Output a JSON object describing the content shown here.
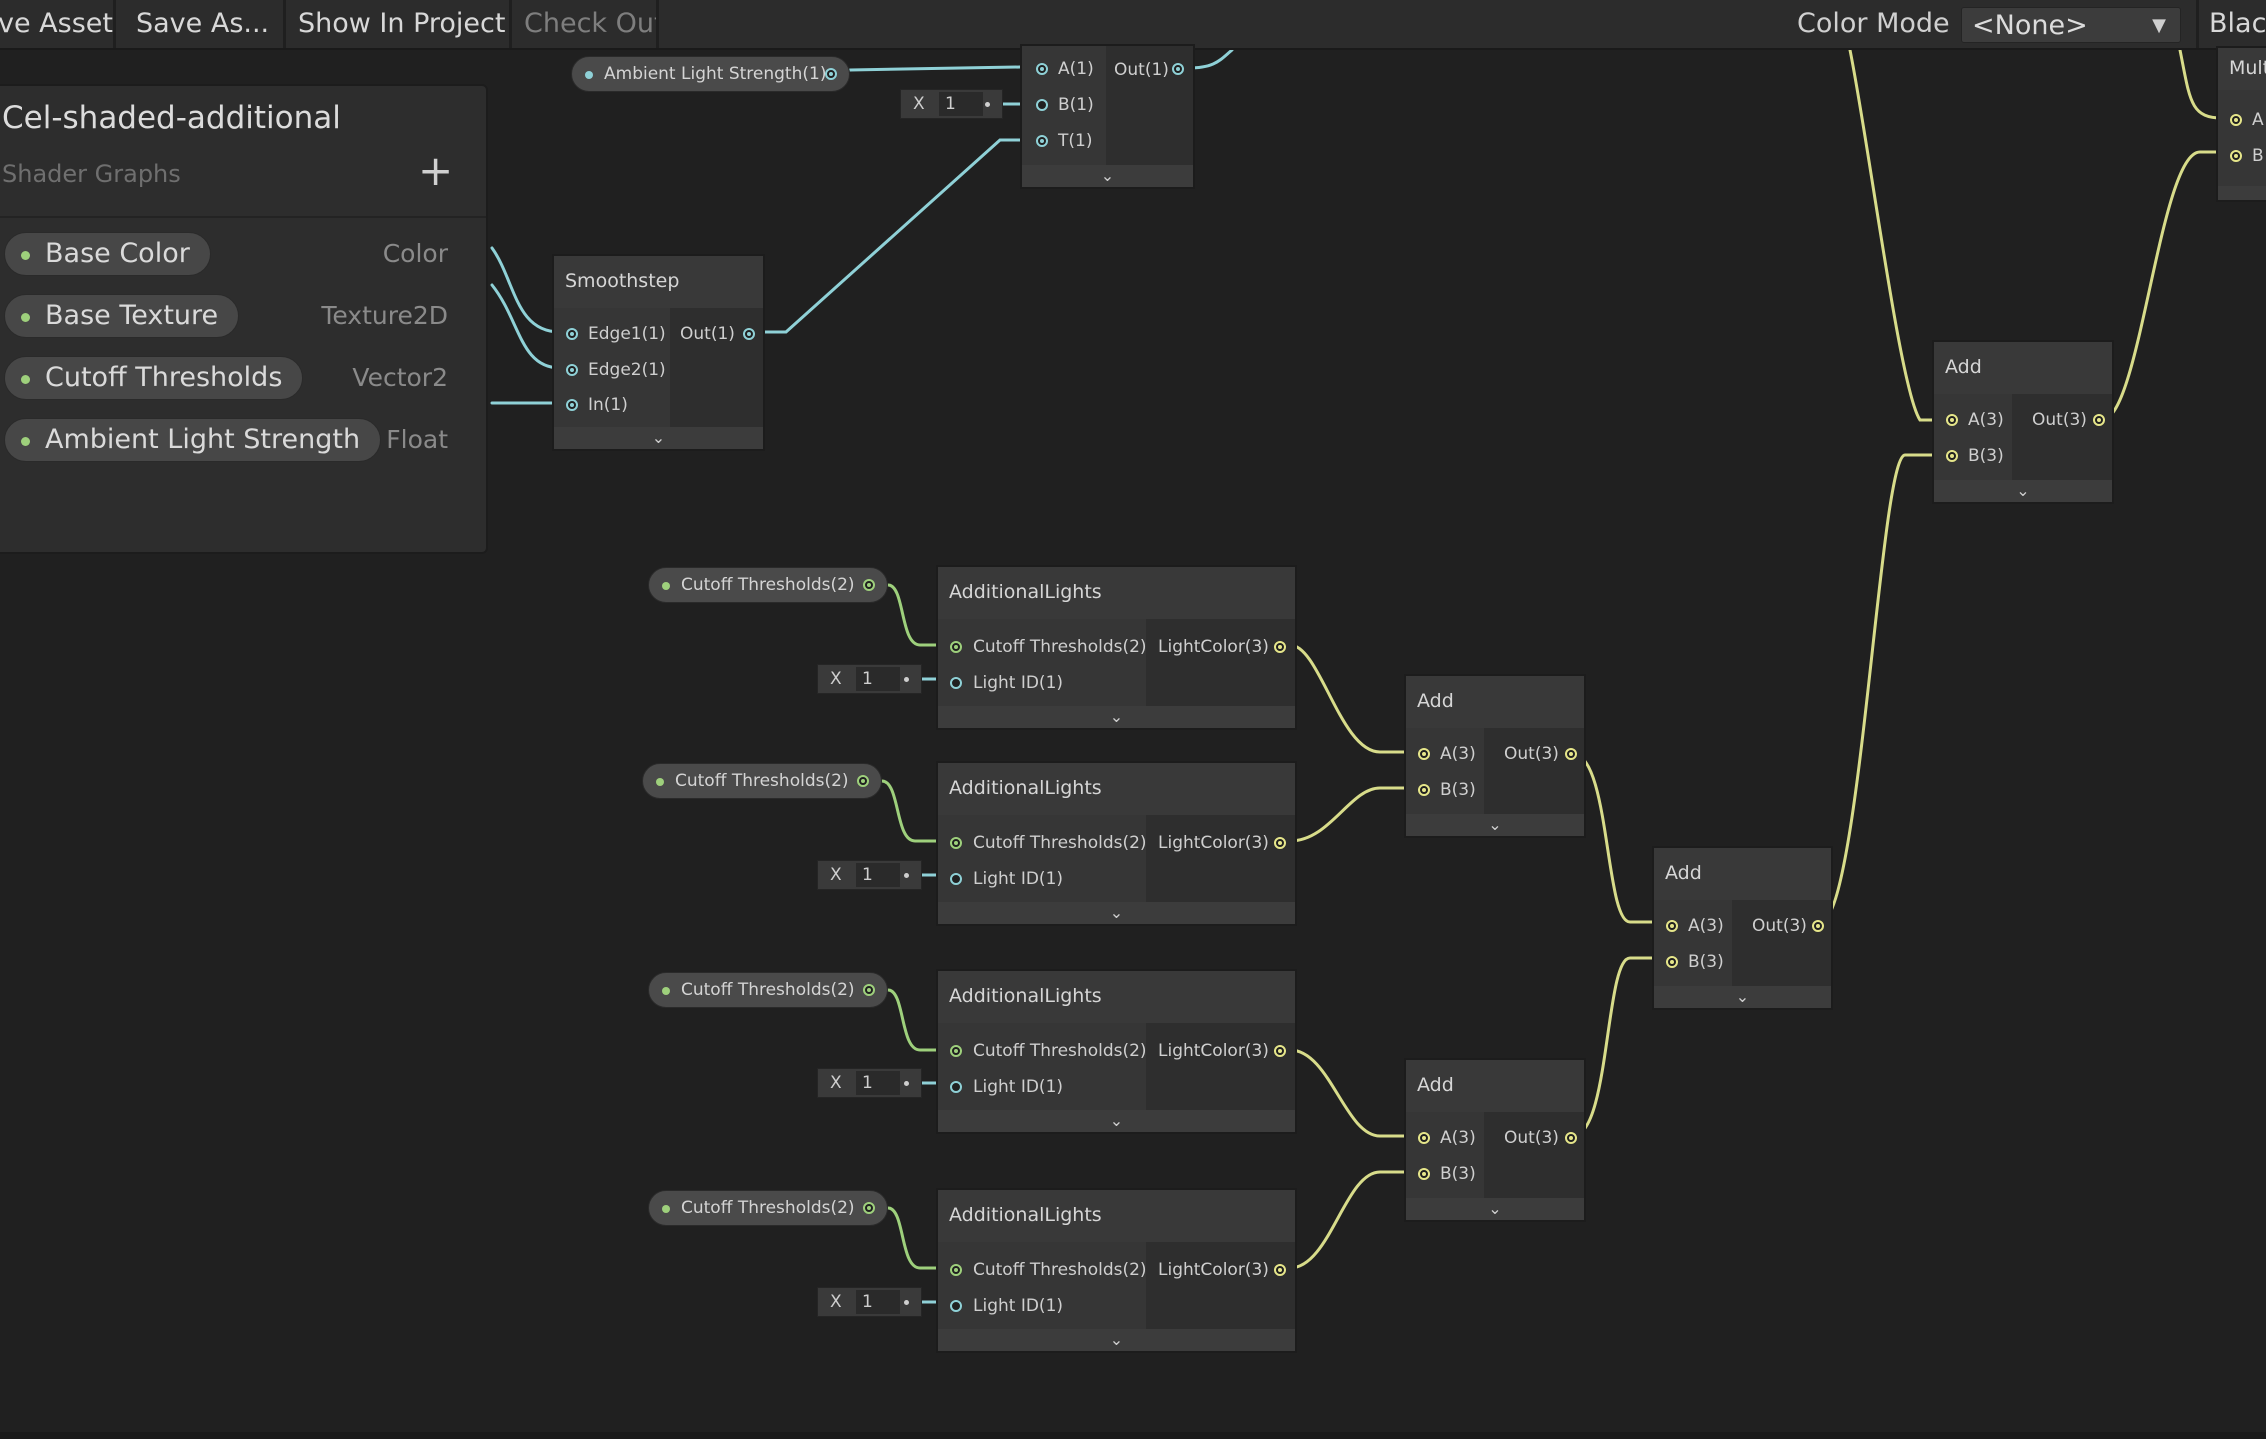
{
  "toolbar": {
    "save_asset": "ve Asset",
    "save_as": "Save As...",
    "show_in_project": "Show In Project",
    "check_out": "Check Out",
    "color_mode_label": "Color Mode",
    "color_mode_value": "<None>",
    "blackboard": "Blac"
  },
  "blackboard": {
    "title": "Cel-shaded-additional",
    "subtitle": "Shader Graphs",
    "add": "+",
    "properties": [
      {
        "name": "Base Color",
        "type": "Color"
      },
      {
        "name": "Base Texture",
        "type": "Texture2D"
      },
      {
        "name": "Cutoff Thresholds",
        "type": "Vector2"
      },
      {
        "name": "Ambient Light Strength",
        "type": "Float"
      }
    ]
  },
  "nodes": {
    "lerp": {
      "in_a": "A(1)",
      "in_b": "B(1)",
      "in_t": "T(1)",
      "out": "Out(1)",
      "b_label": "X",
      "b_value": "1"
    },
    "ambient_prop": "Ambient Light Strength(1)",
    "smoothstep": {
      "title": "Smoothstep",
      "in1": "Edge1(1)",
      "in2": "Edge2(1)",
      "in3": "In(1)",
      "out": "Out(1)"
    },
    "add_top": {
      "title": "Add",
      "a": "A(3)",
      "b": "B(3)",
      "out": "Out(3)"
    },
    "multiply": {
      "title": "Mult",
      "a": "A",
      "b": "B"
    },
    "lights": [
      {
        "prop": "Cutoff Thresholds(2)",
        "title": "AdditionalLights",
        "in1": "Cutoff Thresholds(2)",
        "in2": "Light ID(1)",
        "out": "LightColor(3)",
        "x_label": "X",
        "x_value": "1"
      },
      {
        "prop": "Cutoff Thresholds(2)",
        "title": "AdditionalLights",
        "in1": "Cutoff Thresholds(2)",
        "in2": "Light ID(1)",
        "out": "LightColor(3)",
        "x_label": "X",
        "x_value": "1"
      },
      {
        "prop": "Cutoff Thresholds(2)",
        "title": "AdditionalLights",
        "in1": "Cutoff Thresholds(2)",
        "in2": "Light ID(1)",
        "out": "LightColor(3)",
        "x_label": "X",
        "x_value": "1"
      },
      {
        "prop": "Cutoff Thresholds(2)",
        "title": "AdditionalLights",
        "in1": "Cutoff Thresholds(2)",
        "in2": "Light ID(1)",
        "out": "LightColor(3)",
        "x_label": "X",
        "x_value": "1"
      }
    ],
    "add1": {
      "title": "Add",
      "a": "A(3)",
      "b": "B(3)",
      "out": "Out(3)"
    },
    "add2": {
      "title": "Add",
      "a": "A(3)",
      "b": "B(3)",
      "out": "Out(3)"
    },
    "add3": {
      "title": "Add",
      "a": "A(3)",
      "b": "B(3)",
      "out": "Out(3)"
    },
    "collapse_icon": "⌄"
  },
  "colors": {
    "float_wire": "#8fd1d7",
    "vector_wire": "#d8dc8a",
    "vector2_wire": "#9ed07c",
    "background": "#202020"
  }
}
